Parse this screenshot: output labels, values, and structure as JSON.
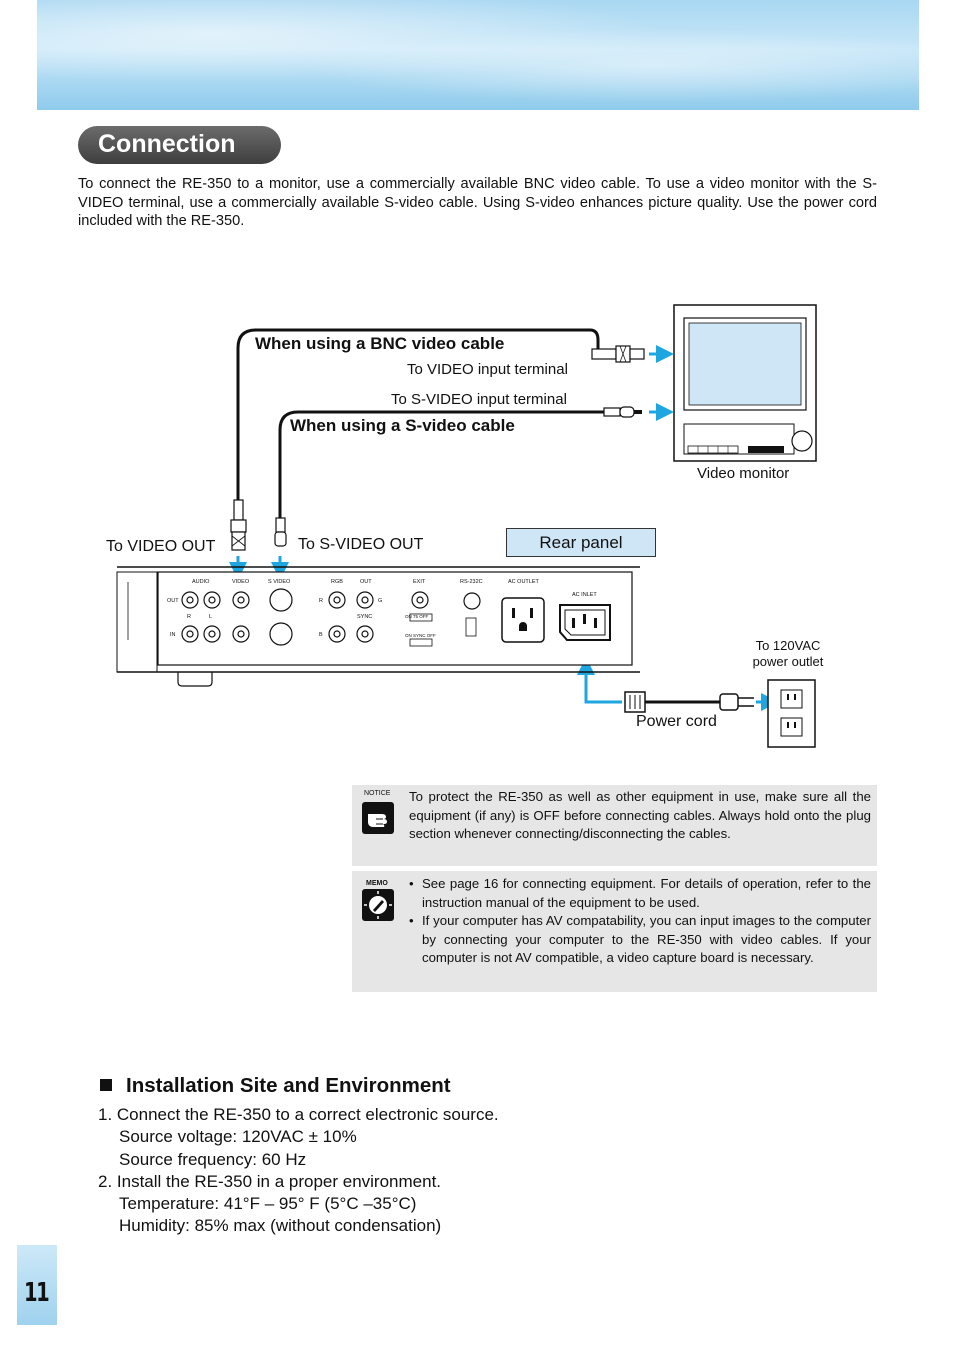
{
  "header": {
    "title": "Connection"
  },
  "intro": "To connect the RE-350 to a monitor, use a commercially available BNC video cable. To use a video monitor with the S-VIDEO terminal, use a commercially available S-video cable. Using S-video enhances picture quality. Use the power cord included with the RE-350.",
  "diagram": {
    "bnc_heading": "When using a BNC video cable",
    "svideo_heading": "When using a S-video cable",
    "to_video_input": "To VIDEO input terminal",
    "to_svideo_input": "To S-VIDEO input terminal",
    "video_monitor": "Video monitor",
    "to_video_out": "To VIDEO OUT",
    "to_svideo_out": "To S-VIDEO OUT",
    "rear_panel": "Rear panel",
    "outlet_line1": "To 120VAC",
    "outlet_line2": "power outlet",
    "power_cord": "Power cord",
    "panel_labels": {
      "audio": "AUDIO",
      "video": "VIDEO",
      "svideo": "S VIDEO",
      "rgb": "RGB",
      "out": "OUT",
      "exit": "EXIT",
      "rs232c": "RS-232C",
      "ac_outlet": "AC OUTLET",
      "ac_inlet": "AC INLET",
      "out_port": "OUT",
      "in_port": "IN",
      "r": "R",
      "l": "L",
      "g": "G",
      "b": "B",
      "sync": "SYNC",
      "on_off": "ON  75   OFF",
      "on_sync_off": "ON  SYNC  OFF"
    }
  },
  "notice": {
    "icon_label": "NOTICE",
    "text": "To protect the RE-350 as well as other equipment in use, make sure all the equipment (if any) is OFF before connecting cables. Always hold onto the plug section whenever connecting/disconnecting the cables."
  },
  "memo": {
    "icon_label": "MEMO",
    "items": [
      "See page 16 for connecting equipment. For details of operation, refer to the instruction manual of the equipment to be used.",
      "If your computer has AV compatability, you can input images to the computer by connecting your computer to the RE-350 with video cables. If your computer is not AV compatible, a video capture board is necessary."
    ]
  },
  "installation": {
    "heading": "Installation Site and Environment",
    "step1": "1. Connect the RE-350 to a correct electronic source.",
    "step1_voltage": "Source voltage: 120VAC ± 10%",
    "step1_frequency": "Source frequency: 60 Hz",
    "step2": "2. Install the RE-350 in a proper environment.",
    "step2_temperature": "Temperature: 41°F – 95° F (5°C –35°C)",
    "step2_humidity": "Humidity: 85% max (without condensation)"
  },
  "page_number": "11",
  "colors": {
    "arrow": "#1ea6e0",
    "rear_panel_box": "#cfe6f6",
    "box_gray": "#e6e6e6"
  }
}
